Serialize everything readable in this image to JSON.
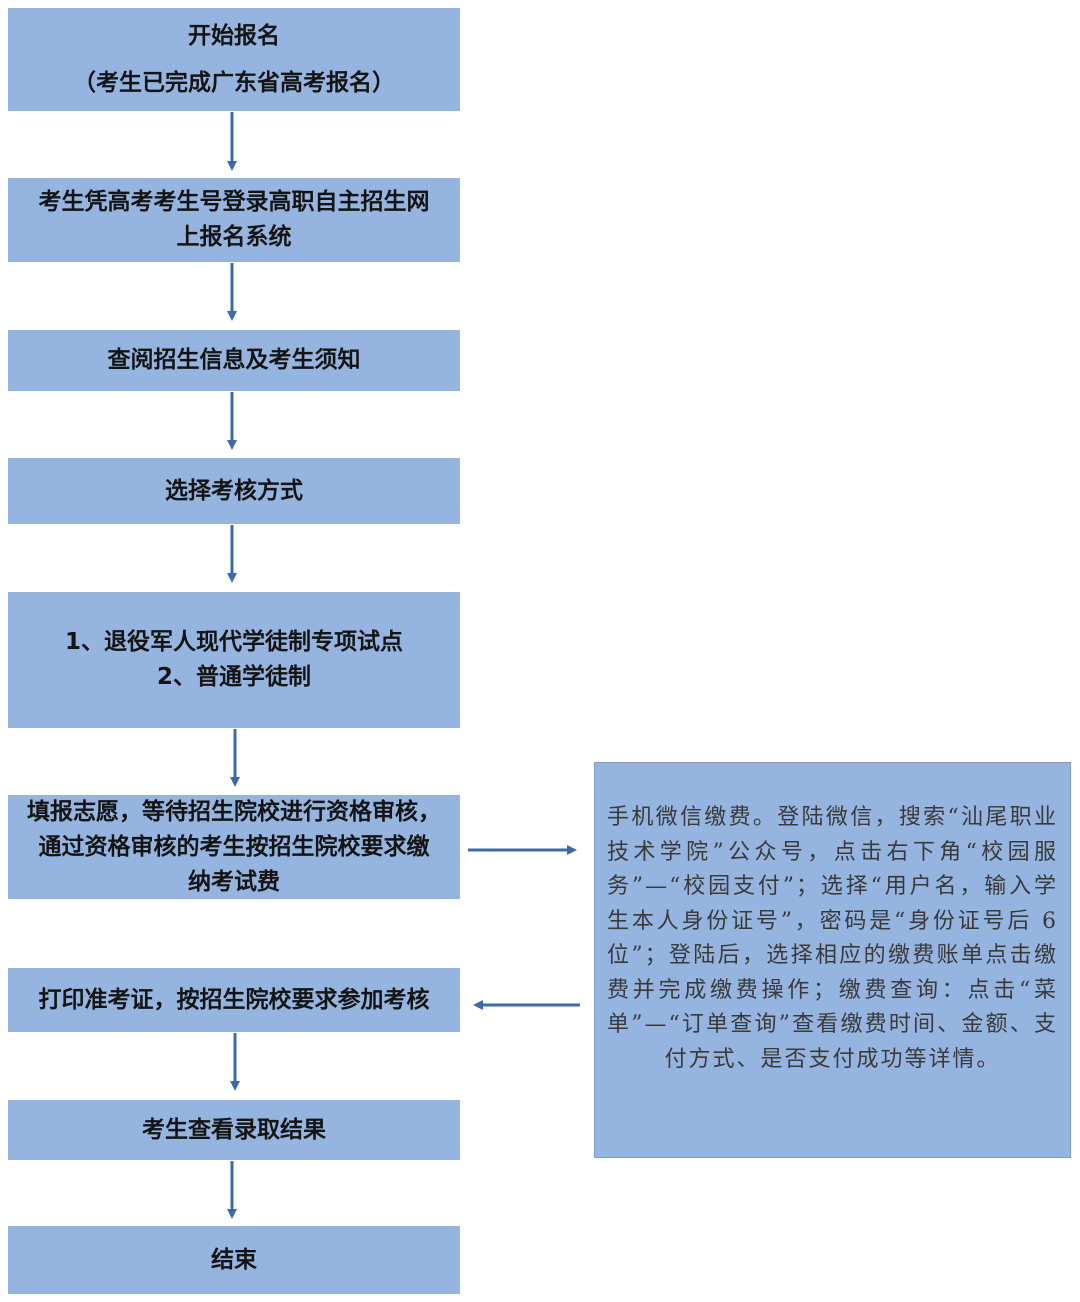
{
  "colors": {
    "box_fill": "#95b5e0",
    "arrow": "#3e6aad",
    "text": "#141414"
  },
  "steps": [
    {
      "lines": [
        "开始报名",
        "（考生已完成广东省高考报名）"
      ]
    },
    {
      "lines": [
        "考生凭高考考生号登录高职自主招生网",
        "上报名系统"
      ]
    },
    {
      "lines": [
        "查阅招生信息及考生须知"
      ]
    },
    {
      "lines": [
        "选择考核方式"
      ]
    },
    {
      "lines": [
        "1、退役军人现代学徒制专项试点",
        "2、普通学徒制"
      ]
    },
    {
      "lines": [
        "填报志愿，等待招生院校进行资格审核，",
        "通过资格审核的考生按招生院校要求缴",
        "纳考试费"
      ]
    },
    {
      "lines": [
        "打印准考证，按招生院校要求参加考核"
      ]
    },
    {
      "lines": [
        "考生查看录取结果"
      ]
    },
    {
      "lines": [
        "结束"
      ]
    }
  ],
  "payment_note": "手机微信缴费。登陆微信，搜索“汕尾职业技术学院”公众号，点击右下角“校园服务”—“校园支付”；选择“用户名，输入学生本人身份证号”，密码是“身份证号后 6 位”；登陆后，选择相应的缴费账单点击缴费并完成缴费操作；缴费查询：点击“菜单”—“订单查询”查看缴费时间、金额、支付方式、是否支付成功等详情。"
}
